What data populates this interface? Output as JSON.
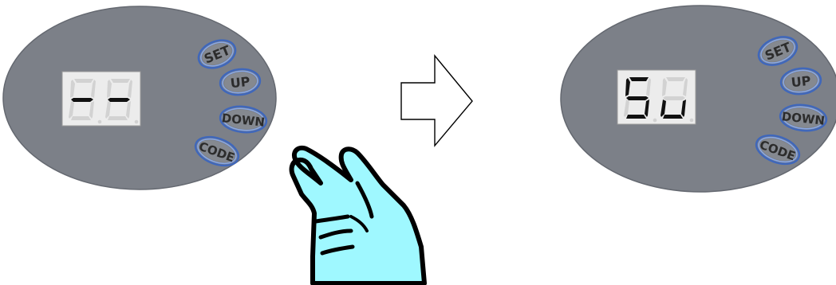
{
  "colors": {
    "panel": "#7c8088",
    "panel_edge": "#646870",
    "button_face": "#858990",
    "button_ring": "#3f67bb",
    "button_ring_inner": "#89a8e6",
    "display_bg": "#ececec",
    "segment_off": "#d2d2d2",
    "segment_on": "#111111",
    "hand_fill": "#9ff8ff",
    "hand_stroke": "#000000"
  },
  "panels": [
    {
      "display": {
        "digits": [
          "-",
          "-"
        ]
      },
      "buttons": [
        {
          "label": "SET",
          "icon": "oval-button"
        },
        {
          "label": "UP",
          "icon": "oval-button"
        },
        {
          "label": "DOWN",
          "icon": "oval-button"
        },
        {
          "label": "CODE",
          "icon": "oval-button"
        }
      ]
    },
    {
      "display": {
        "digits": [
          "S",
          "u"
        ]
      },
      "buttons": [
        {
          "label": "SET",
          "icon": "oval-button"
        },
        {
          "label": "UP",
          "icon": "oval-button"
        },
        {
          "label": "DOWN",
          "icon": "oval-button"
        },
        {
          "label": "CODE",
          "icon": "oval-button"
        }
      ]
    }
  ],
  "arrow": {
    "icon": "right-arrow-icon"
  },
  "pointer": {
    "icon": "pointing-hand-icon"
  }
}
